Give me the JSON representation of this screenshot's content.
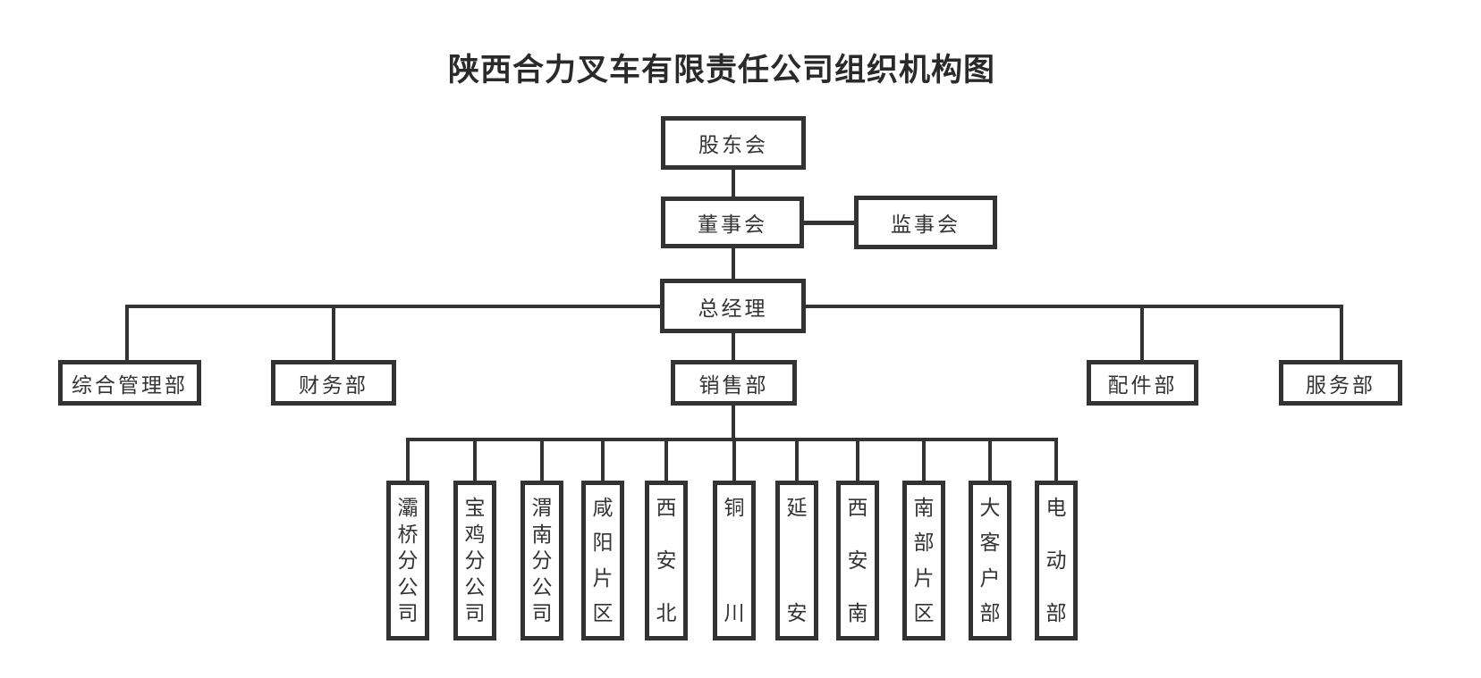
{
  "title": "陕西合力叉车有限责任公司组织机构图",
  "org": {
    "level1": {
      "label": "股东会"
    },
    "level2": [
      {
        "label": "董事会"
      },
      {
        "label": "监事会"
      }
    ],
    "level3": {
      "label": "总经理"
    },
    "departments": [
      {
        "label": "综合管理部"
      },
      {
        "label": "财务部"
      },
      {
        "label": "销售部"
      },
      {
        "label": "配件部"
      },
      {
        "label": "服务部"
      }
    ],
    "sales_units": [
      {
        "label": "灞桥分公司"
      },
      {
        "label": "宝鸡分公司"
      },
      {
        "label": "渭南分公司"
      },
      {
        "label": "咸阳片区"
      },
      {
        "label": "西安北"
      },
      {
        "label": "铜川"
      },
      {
        "label": "延安"
      },
      {
        "label": "西安南"
      },
      {
        "label": "南部片区"
      },
      {
        "label": "大客户部"
      },
      {
        "label": "电动部"
      }
    ]
  },
  "colors": {
    "line": "#333333",
    "text": "#333333",
    "background": "#ffffff"
  }
}
